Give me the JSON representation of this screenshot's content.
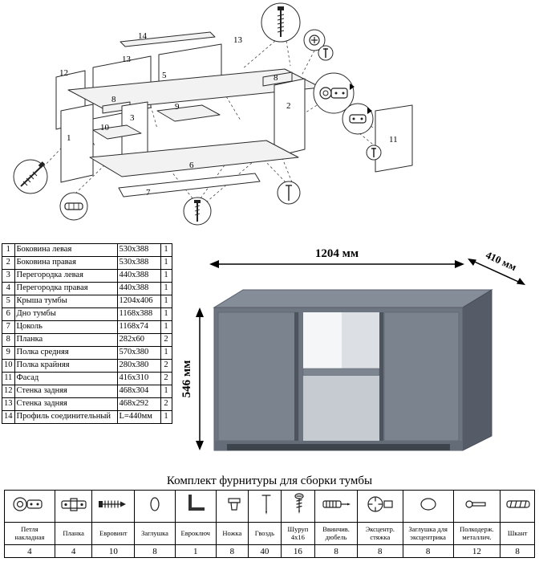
{
  "exploded": {
    "labels": [
      "14",
      "13",
      "12",
      "5",
      "13",
      "8",
      "9",
      "3",
      "8",
      "2",
      "1",
      "10",
      "6",
      "7",
      "11"
    ]
  },
  "render": {
    "width_label": "1204 мм",
    "depth_label": "410 мм",
    "height_label": "546 мм"
  },
  "parts": {
    "rows": [
      {
        "n": "1",
        "name": "Боковина левая",
        "size": "530x388",
        "qty": "1"
      },
      {
        "n": "2",
        "name": "Боковина правая",
        "size": "530x388",
        "qty": "1"
      },
      {
        "n": "3",
        "name": "Перегородка левая",
        "size": "440x388",
        "qty": "1"
      },
      {
        "n": "4",
        "name": "Перегородка правая",
        "size": "440x388",
        "qty": "1"
      },
      {
        "n": "5",
        "name": "Крыша тумбы",
        "size": "1204x406",
        "qty": "1"
      },
      {
        "n": "6",
        "name": "Дно тумбы",
        "size": "1168x388",
        "qty": "1"
      },
      {
        "n": "7",
        "name": "Цоколь",
        "size": "1168x74",
        "qty": "1"
      },
      {
        "n": "8",
        "name": "Планка",
        "size": "282x60",
        "qty": "2"
      },
      {
        "n": "9",
        "name": "Полка средняя",
        "size": "570x380",
        "qty": "1"
      },
      {
        "n": "10",
        "name": "Полка крайняя",
        "size": "280x380",
        "qty": "2"
      },
      {
        "n": "11",
        "name": "Фасад",
        "size": "416x310",
        "qty": "2"
      },
      {
        "n": "12",
        "name": "Стенка задняя",
        "size": "468x304",
        "qty": "1"
      },
      {
        "n": "13",
        "name": "Стенка задняя",
        "size": "468x292",
        "qty": "2"
      },
      {
        "n": "14",
        "name": "Профиль соединительный",
        "size": "L=440мм",
        "qty": "1"
      }
    ]
  },
  "hardware": {
    "title": "Комплект фурнитуры для сборки тумбы",
    "items": [
      {
        "name": "Петля накладная",
        "qty": "4",
        "icon": "hinge-icon"
      },
      {
        "name": "Планка",
        "qty": "4",
        "icon": "mounting-plate-icon"
      },
      {
        "name": "Евровинт",
        "qty": "10",
        "icon": "confirmat-screw-icon"
      },
      {
        "name": "Заглушка",
        "qty": "8",
        "icon": "cap-icon"
      },
      {
        "name": "Евроключ",
        "qty": "1",
        "icon": "hex-key-icon"
      },
      {
        "name": "Ножка",
        "qty": "8",
        "icon": "foot-icon"
      },
      {
        "name": "Гвоздь",
        "qty": "40",
        "icon": "nail-icon"
      },
      {
        "name": "Шуруп 4x16",
        "qty": "16",
        "icon": "screw-icon"
      },
      {
        "name": "Ввинчив. дюбель",
        "qty": "8",
        "icon": "dowel-screw-icon"
      },
      {
        "name": "Эксцентр. стяжка",
        "qty": "8",
        "icon": "cam-lock-icon"
      },
      {
        "name": "Заглушка для эксцентрика",
        "qty": "8",
        "icon": "cam-cap-icon"
      },
      {
        "name": "Полкодерж. металлич.",
        "qty": "12",
        "icon": "shelf-pin-icon"
      },
      {
        "name": "Шкант",
        "qty": "8",
        "icon": "wood-dowel-icon"
      }
    ]
  }
}
